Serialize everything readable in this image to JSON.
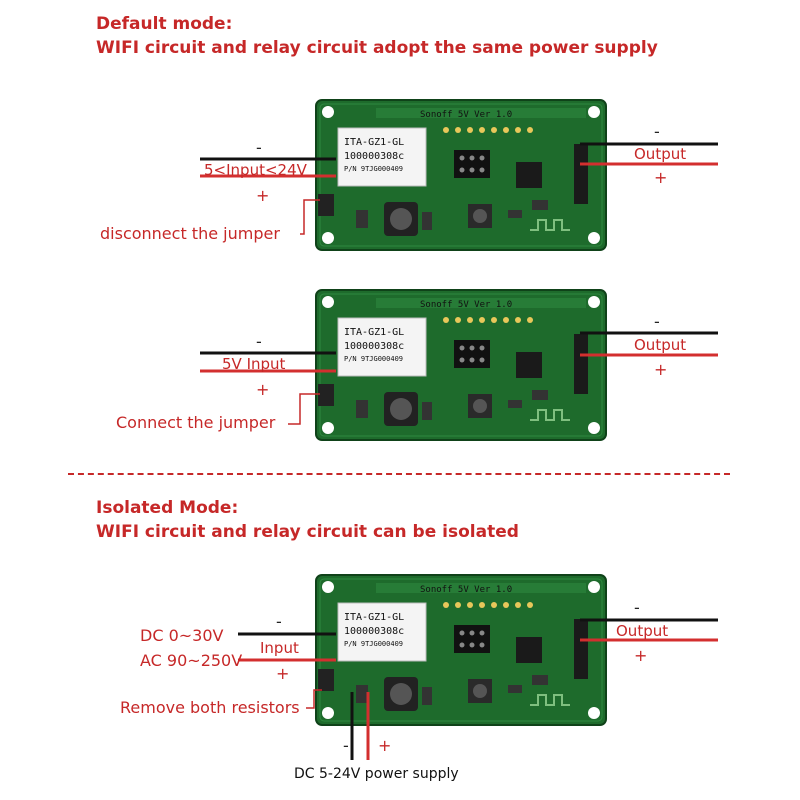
{
  "default_mode": {
    "heading": "Default mode:",
    "subheading": "WIFI circuit and relay circuit adopt the same power supply"
  },
  "isolated_mode": {
    "heading": "Isolated Mode:",
    "subheading": "WIFI circuit and relay circuit can be isolated"
  },
  "board": {
    "silkscreen": "Sonoff 5V Ver 1.0",
    "relay_line1": "ITA-GZ1-GL",
    "relay_line2": "100000308c",
    "relay_line3": "P/N 9TJG000409"
  },
  "diagram1": {
    "input_minus": "-",
    "input_label": "5<Input<24V",
    "input_plus": "+",
    "jumper_label": "disconnect the jumper",
    "output_minus": "-",
    "output_label": "Output",
    "output_plus": "+"
  },
  "diagram2": {
    "input_minus": "-",
    "input_label": "5V Input",
    "input_plus": "+",
    "jumper_label": "Connect the jumper",
    "output_minus": "-",
    "output_label": "Output",
    "output_plus": "+"
  },
  "diagram3": {
    "dc_label": "DC 0~30V",
    "ac_label": "AC 90~250V",
    "input_minus": "-",
    "input_label": "Input",
    "input_plus": "+",
    "resistor_label": "Remove both resistors",
    "supply_minus": "-",
    "supply_plus": "+",
    "supply_label": "DC 5-24V power supply",
    "output_minus": "-",
    "output_label": "Output",
    "output_plus": "+"
  },
  "colors": {
    "label_red": "#c62828",
    "board_green": "#1e6b2c",
    "wire_black": "#111111",
    "wire_red": "#d32f2f"
  }
}
